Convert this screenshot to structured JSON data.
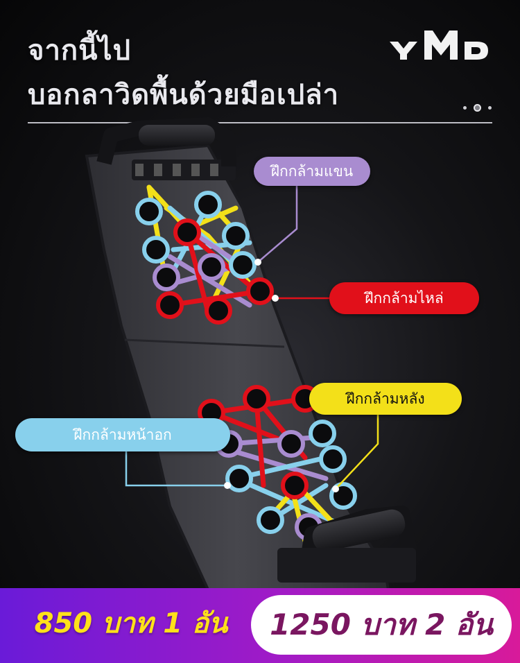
{
  "headline": {
    "line1": "จากนี้ไป",
    "line2": "บอกลาวิดพื้นด้วยมือเปล่า"
  },
  "logo": {
    "text": "YMD"
  },
  "labels": {
    "arm": "ฝึกกล้ามแขน",
    "shoulder": "ฝึกกล้ามไหล่",
    "back": "ฝึกกล้ามหลัง",
    "chest": "ฝึกกล้ามหน้าอก"
  },
  "prices": {
    "single": "850 บาท 1 อัน",
    "double": "1250 บาท 2 อัน"
  },
  "colors": {
    "arm": "#a98cd0",
    "shoulder": "#e1101a",
    "back": "#f3e019",
    "chest": "#88d0ec",
    "price_text": "#ffe11a",
    "price_right_text": "#7a1660"
  }
}
